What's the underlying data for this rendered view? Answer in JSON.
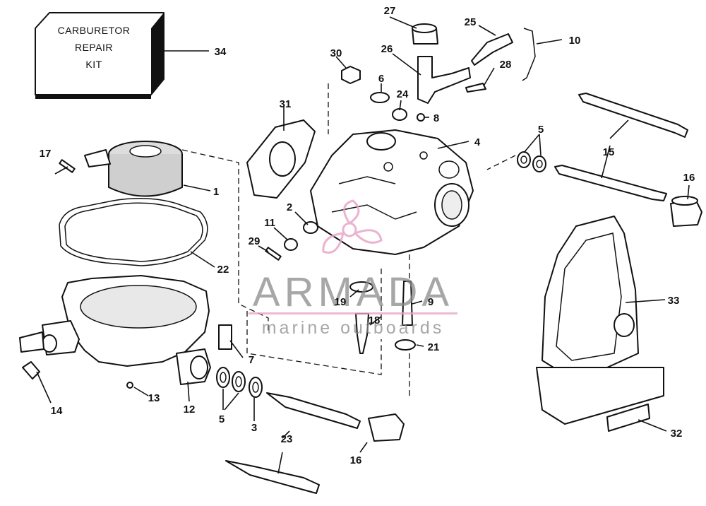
{
  "kit_label": {
    "line1": "CARBURETOR",
    "line2": "REPAIR",
    "line3": "KIT"
  },
  "callouts": [
    "1",
    "2",
    "3",
    "4",
    "5",
    "5",
    "6",
    "7",
    "8",
    "9",
    "10",
    "11",
    "12",
    "13",
    "14",
    "15",
    "16",
    "16",
    "17",
    "18",
    "19",
    "21",
    "22",
    "23",
    "24",
    "25",
    "26",
    "27",
    "28",
    "29",
    "30",
    "31",
    "32",
    "33",
    "34"
  ],
  "watermark": {
    "brand": "ARMADA",
    "tagline": "marine outboards",
    "accent": "#e8a6c8"
  },
  "colors": {
    "line": "#111111",
    "watermark_gray": "#8a8a8a",
    "watermark_pink": "#e8a6c8"
  }
}
